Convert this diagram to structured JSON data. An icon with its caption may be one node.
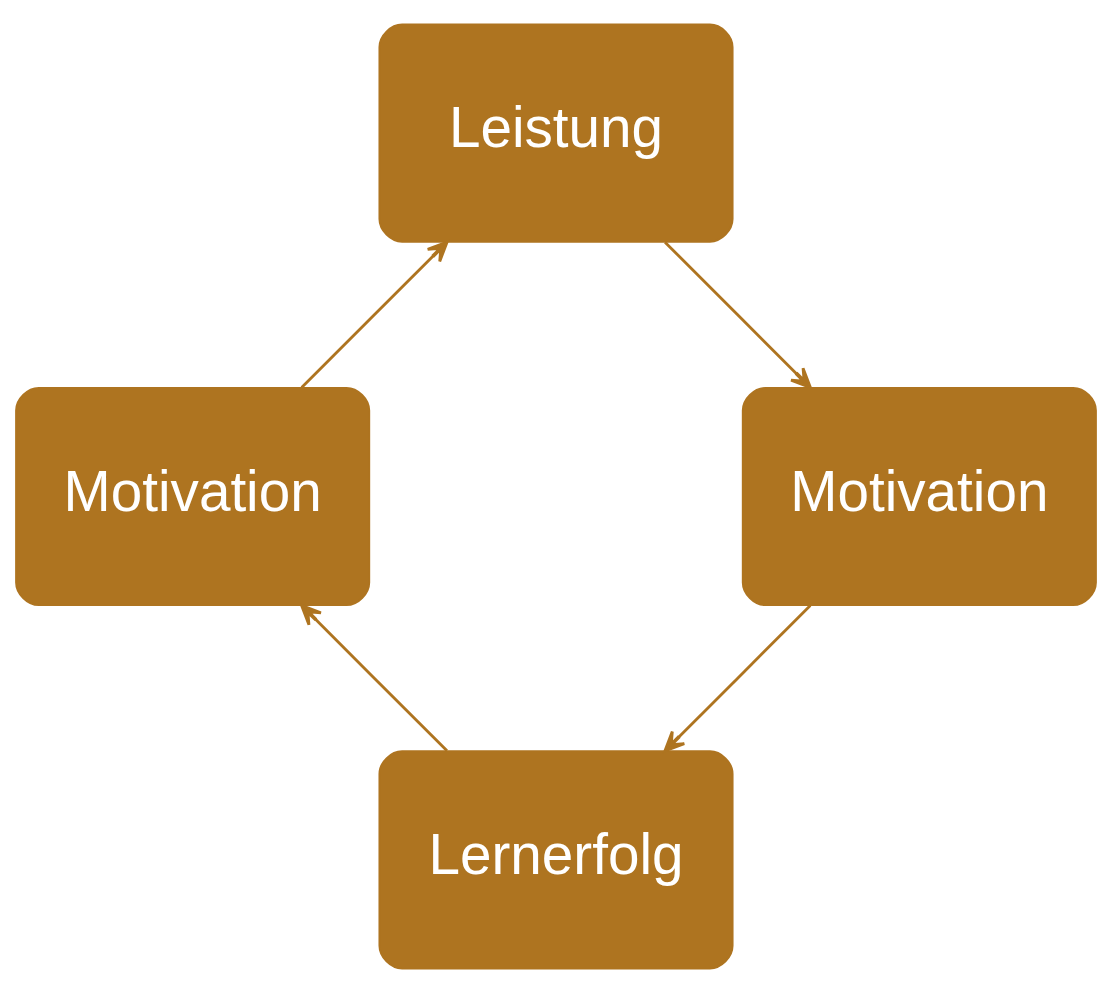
{
  "diagram": {
    "nodes": [
      {
        "text": [
          "Lernerfolg"
        ]
      },
      {
        "text": [
          "Motivation"
        ]
      },
      {
        "text": [
          "Motivation"
        ]
      },
      {
        "text": [
          "Leistung"
        ]
      }
    ],
    "edges": [
      {
        "from": 0,
        "to": 2,
        "arrow": "to"
      },
      {
        "from": 2,
        "to": 3,
        "arrow": "to"
      },
      {
        "from": 3,
        "to": 1,
        "arrow": "to"
      },
      {
        "from": 1,
        "to": 0,
        "arrow": "to"
      }
    ]
  }
}
